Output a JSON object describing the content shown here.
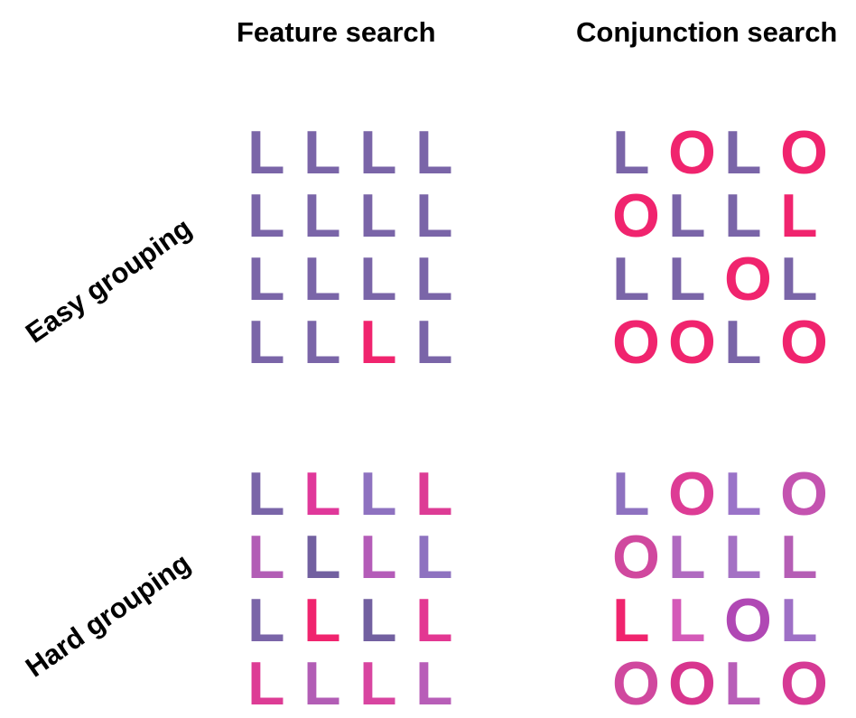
{
  "columns": {
    "feature": "Feature search",
    "conjunction": "Conjunction search"
  },
  "rows": {
    "easy": "Easy grouping",
    "hard": "Hard grouping"
  },
  "panels": [
    {
      "name": "easy-feature",
      "cells": [
        {
          "ch": "L",
          "color": "#7A65A8"
        },
        {
          "ch": "L",
          "color": "#7A65A8"
        },
        {
          "ch": "L",
          "color": "#7A65A8"
        },
        {
          "ch": "L",
          "color": "#7A65A8"
        },
        {
          "ch": "L",
          "color": "#7A65A8"
        },
        {
          "ch": "L",
          "color": "#7A65A8"
        },
        {
          "ch": "L",
          "color": "#7A65A8"
        },
        {
          "ch": "L",
          "color": "#7A65A8"
        },
        {
          "ch": "L",
          "color": "#7A65A8"
        },
        {
          "ch": "L",
          "color": "#7A65A8"
        },
        {
          "ch": "L",
          "color": "#7A65A8"
        },
        {
          "ch": "L",
          "color": "#7A65A8"
        },
        {
          "ch": "L",
          "color": "#7A65A8"
        },
        {
          "ch": "L",
          "color": "#7A65A8"
        },
        {
          "ch": "L",
          "color": "#F0246E"
        },
        {
          "ch": "L",
          "color": "#7A65A8"
        }
      ]
    },
    {
      "name": "easy-conjunction",
      "cells": [
        {
          "ch": "L",
          "color": "#7A65A8"
        },
        {
          "ch": "O",
          "color": "#F0246E"
        },
        {
          "ch": "L",
          "color": "#7A65A8"
        },
        {
          "ch": "O",
          "color": "#F0246E"
        },
        {
          "ch": "O",
          "color": "#F0246E"
        },
        {
          "ch": "L",
          "color": "#7A65A8"
        },
        {
          "ch": "L",
          "color": "#7A65A8"
        },
        {
          "ch": "L",
          "color": "#F0246E"
        },
        {
          "ch": "L",
          "color": "#7A65A8"
        },
        {
          "ch": "L",
          "color": "#7A65A8"
        },
        {
          "ch": "O",
          "color": "#F0246E"
        },
        {
          "ch": "L",
          "color": "#7A65A8"
        },
        {
          "ch": "O",
          "color": "#F0246E"
        },
        {
          "ch": "O",
          "color": "#F0246E"
        },
        {
          "ch": "L",
          "color": "#7A65A8"
        },
        {
          "ch": "O",
          "color": "#F0246E"
        }
      ]
    },
    {
      "name": "hard-feature",
      "cells": [
        {
          "ch": "L",
          "color": "#7A65A8"
        },
        {
          "ch": "L",
          "color": "#E0389A"
        },
        {
          "ch": "L",
          "color": "#8E72C0"
        },
        {
          "ch": "L",
          "color": "#DD3C95"
        },
        {
          "ch": "L",
          "color": "#B25DB5"
        },
        {
          "ch": "L",
          "color": "#7260A0"
        },
        {
          "ch": "L",
          "color": "#B45CB8"
        },
        {
          "ch": "L",
          "color": "#8E72C0"
        },
        {
          "ch": "L",
          "color": "#7A65A8"
        },
        {
          "ch": "L",
          "color": "#F0246E"
        },
        {
          "ch": "L",
          "color": "#7260A0"
        },
        {
          "ch": "L",
          "color": "#E33792"
        },
        {
          "ch": "L",
          "color": "#DD3C95"
        },
        {
          "ch": "L",
          "color": "#B25DB5"
        },
        {
          "ch": "L",
          "color": "#D845A0"
        },
        {
          "ch": "L",
          "color": "#B85EB8"
        }
      ]
    },
    {
      "name": "hard-conjunction",
      "cells": [
        {
          "ch": "L",
          "color": "#8E72C0"
        },
        {
          "ch": "O",
          "color": "#DD3C95"
        },
        {
          "ch": "L",
          "color": "#9A73C8"
        },
        {
          "ch": "O",
          "color": "#C453B0"
        },
        {
          "ch": "O",
          "color": "#D0489E"
        },
        {
          "ch": "L",
          "color": "#B06AC0"
        },
        {
          "ch": "L",
          "color": "#A471C4"
        },
        {
          "ch": "L",
          "color": "#B55EB5"
        },
        {
          "ch": "L",
          "color": "#F0246E"
        },
        {
          "ch": "L",
          "color": "#D45AB8"
        },
        {
          "ch": "O",
          "color": "#B048B4"
        },
        {
          "ch": "L",
          "color": "#9E70C6"
        },
        {
          "ch": "O",
          "color": "#D0489E"
        },
        {
          "ch": "O",
          "color": "#D8358E"
        },
        {
          "ch": "L",
          "color": "#B85EB8"
        },
        {
          "ch": "O",
          "color": "#D63A95"
        }
      ]
    }
  ]
}
